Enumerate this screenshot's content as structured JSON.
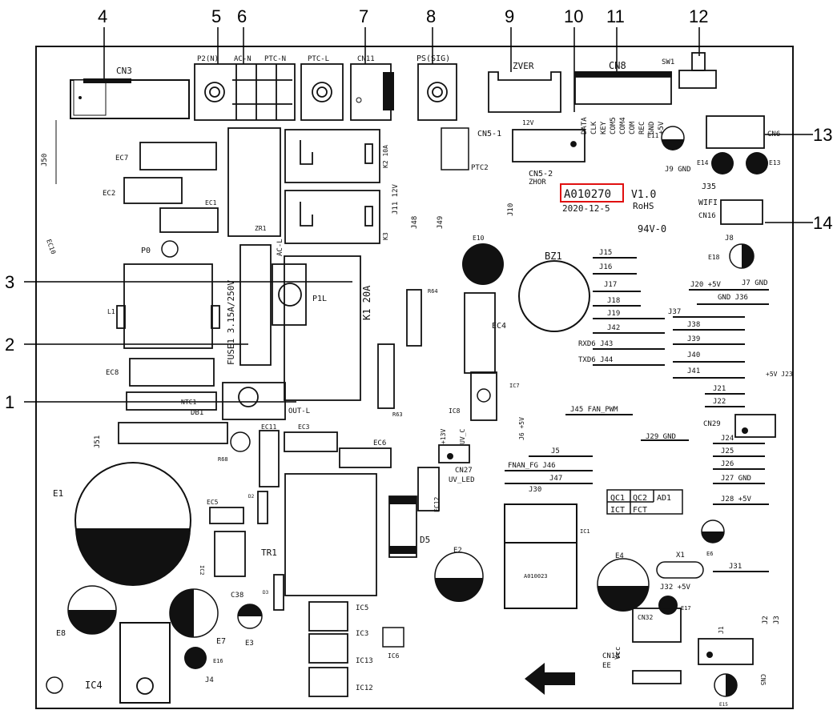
{
  "callouts": {
    "n1": "1",
    "n2": "2",
    "n3": "3",
    "n4": "4",
    "n5": "5",
    "n6": "6",
    "n7": "7",
    "n8": "8",
    "n9": "9",
    "n10": "10",
    "n11": "11",
    "n12": "12",
    "n13": "13",
    "n14": "14"
  },
  "highlight_color": "#e01010",
  "board": {
    "cn3": "CN3",
    "j50": "J50",
    "ec7": "EC7",
    "ec2": "EC2",
    "ec1": "EC1",
    "zr1": "ZR1",
    "p2n": "P2(N)",
    "acn": "AC-N",
    "ptcn": "PTC-N",
    "ptcl": "PTC-L",
    "cn11": "CN11",
    "ps": "PS(SIG)",
    "zver": "ZVER",
    "cn8": "CN8",
    "sw1": "SW1",
    "cn6": "CN6",
    "cn51": "CN5-1",
    "cn52": "CN5-2",
    "zhor": "ZHOR",
    "v12": "12V",
    "ptc2": "PTC2",
    "data": "DATA",
    "clk": "CLK",
    "key": "KEY",
    "com5": "COM5",
    "com4": "COM4",
    "com": "COM",
    "rec": "REC",
    "gnd": "GND",
    "p5v": "+5V",
    "e11": "E11",
    "j9": "J9 GND",
    "e14": "E14",
    "e13": "E13",
    "j35": "J35",
    "code": "A010270",
    "ver": "V1.0",
    "date": "2020-12-5",
    "rohs": "RoHS",
    "wifi": "WIFI",
    "cn16": "CN16",
    "j8": "J8",
    "e18": "E18",
    "j7": "J7 GND",
    "ul": "94V-0",
    "j10": "J10",
    "j11": "J11 12V",
    "k2": "K2 10A",
    "k3": "K3",
    "j48": "J48",
    "j49": "J49",
    "p0": "P0",
    "ec10": "EC10",
    "l1": "L1",
    "fuse": "FUSE1 3.15A/250V",
    "acl": "AC-L",
    "p1l": "P1L",
    "k1": "K1 20A",
    "e10": "E10",
    "ec4": "EC4",
    "bz1": "BZ1",
    "r64": "R64",
    "r63": "R63",
    "j15": "J15",
    "j16": "J16",
    "j17": "J17",
    "j18": "J18",
    "j19": "J19",
    "j42": "J42",
    "j43": "RXD6 J43",
    "j44": "TXD6 J44",
    "j20": "J20 +5V",
    "j36": "GND J36",
    "j37": "J37",
    "j38": "J38",
    "j39": "J39",
    "j40": "J40",
    "j41": "J41",
    "j21": "J21",
    "j22": "J22",
    "j23": "+5V J23",
    "cn29": "CN29",
    "ec8": "EC8",
    "ntc1": "NTC1",
    "db1": "DB1",
    "outl": "OUT-L",
    "j51": "J51",
    "ec11": "EC11",
    "ec3": "EC3",
    "ec6": "EC6",
    "r68": "R68",
    "ic7": "IC7",
    "ic8": "IC8",
    "j6": "J6 +5V",
    "j45": "J45 FAN_PWM",
    "p13v": "+13V",
    "uvc": "UV_C",
    "cn27": "CN27",
    "uvled": "UV_LED",
    "j29": "J29 GND",
    "j24": "J24",
    "j25": "J25",
    "j26": "J26",
    "j27": "J27 GND",
    "j28": "J28 +5V",
    "j5": "J5",
    "j46": "FNAN_FG J46",
    "j47": "J47",
    "j30": "J30",
    "ec12": "EC12",
    "e1": "E1",
    "ec5": "EC5",
    "d2": "D2",
    "tr1": "TR1",
    "d5": "D5",
    "ic1": "IC1",
    "a010023": "A010023",
    "e2": "E2",
    "qc1": "QC1",
    "qc2": "QC2",
    "ad1": "AD1",
    "ict": "ICT",
    "fct": "FCT",
    "e6": "E6",
    "x1": "X1",
    "j31": "J31",
    "e4": "E4",
    "j32": "J32 +5V",
    "e17": "E17",
    "ic2": "IC2",
    "c38": "C38",
    "d3": "D3",
    "e8": "E8",
    "e7": "E7",
    "e3": "E3",
    "e16": "E16",
    "ic4": "IC4",
    "j4": "J4",
    "ic5": "IC5",
    "ic3": "IC3",
    "ic13": "IC13",
    "ic12": "IC12",
    "ic6": "IC6",
    "cn32": "CN32",
    "cn18": "CN18",
    "ee": "EE",
    "vcc": "Vcc",
    "j1": "J1",
    "j2": "J2",
    "j3": "J3",
    "cn5": "CN5",
    "e15": "E15"
  }
}
